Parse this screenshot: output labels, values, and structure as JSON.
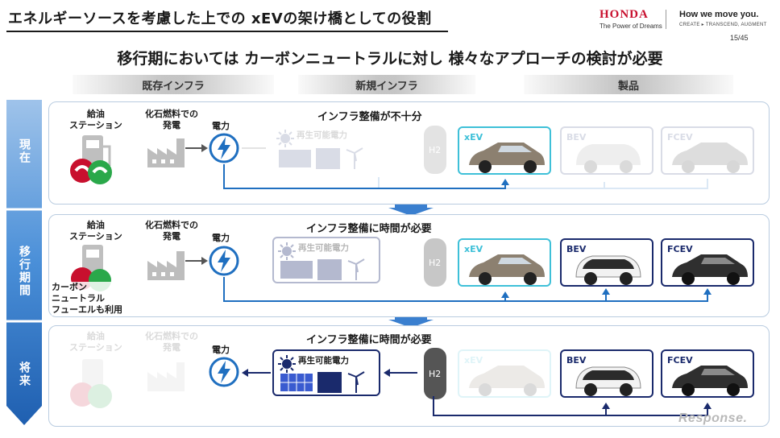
{
  "header": {
    "title": "エネルギーソースを考慮した上での xEVの架け橋としての役割",
    "brand": "HONDA",
    "brand_tagline": "The Power of Dreams",
    "slogan": "How we move you.",
    "slogan_sub": "CREATE ▸ TRANSCEND, AUGMENT",
    "page_number": "15",
    "page_total": "/45"
  },
  "headline": "移行期においては カーボンニュートラルに対し 様々なアプローチの検討が必要",
  "columns": {
    "existing": "既存インフラ",
    "new": "新規インフラ",
    "product": "製品"
  },
  "stages": [
    {
      "label": "現在",
      "infra_note": "インフラ整備が不十分",
      "fuel_station": "給油\nステーション",
      "fossil": "化石燃料での\n発電",
      "power": "電力",
      "renewable": "再生可能電力",
      "h2": "H2",
      "vehicles": [
        "xEV",
        "BEV",
        "FCEV"
      ]
    },
    {
      "label": "移行期間",
      "infra_note": "インフラ整備に時間が必要",
      "fuel_station": "給油\nステーション",
      "fossil": "化石燃料での\n発電",
      "power": "電力",
      "renewable": "再生可能電力",
      "h2": "H2",
      "cn_fuel": "カーボン\nニュートラル\nフューエルも利用",
      "vehicles": [
        "xEV",
        "BEV",
        "FCEV"
      ]
    },
    {
      "label": "将来",
      "infra_note": "インフラ整備に時間が必要",
      "fuel_station": "給油\nステーション",
      "fossil": "化石燃料での\n発電",
      "power": "電力",
      "renewable": "再生可能電力",
      "h2": "H2",
      "vehicles": [
        "xEV",
        "BEV",
        "FCEV"
      ]
    }
  ],
  "watermark": "Response.",
  "colors": {
    "navy": "#1a2a6c",
    "cyan": "#3ec0d8",
    "blue": "#1f6fc0",
    "fuel_red": "#c8102e",
    "fuel_green": "#2aa84a",
    "stage_arrow": "#2a6fc4"
  }
}
